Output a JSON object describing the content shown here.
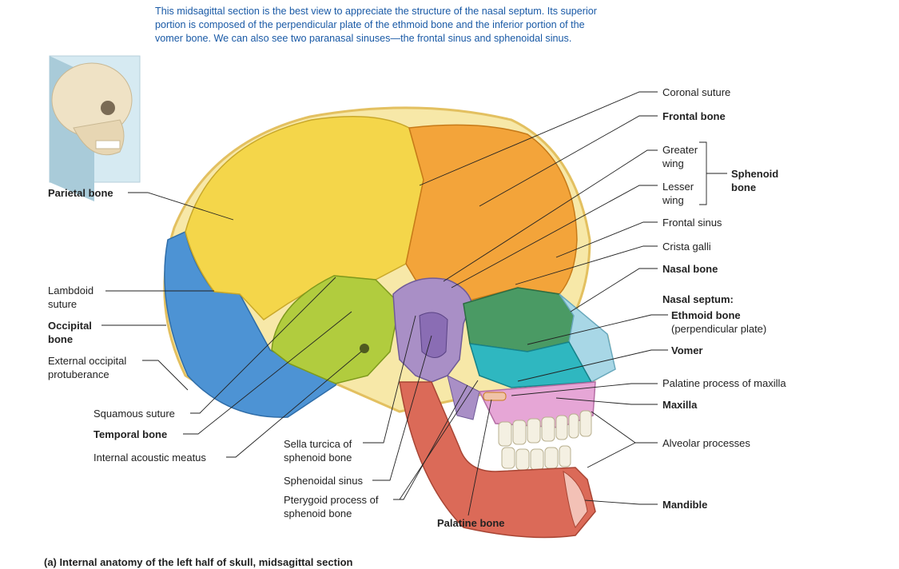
{
  "intro": "This midsagittal section is the best view to appreciate the structure of the nasal septum. Its superior portion is composed of the perpendicular plate of the ethmoid bone and the inferior portion of the vomer bone. We can also see two paranasal sinuses—the frontal sinus and sphenoidal sinus.",
  "caption": "(a) Internal anatomy of the left half of skull, midsagittal section",
  "labels": {
    "parietal_bone": "Parietal bone",
    "lambdoid_suture": "Lambdoid suture",
    "occipital_bone": "Occipital bone",
    "external_occipital_protuberance": "External occipital protuberance",
    "squamous_suture": "Squamous suture",
    "temporal_bone": "Temporal bone",
    "internal_acoustic_meatus": "Internal acoustic meatus",
    "sella_turcica": "Sella turcica of sphenoid bone",
    "sphenoidal_sinus": "Sphenoidal sinus",
    "pterygoid_process": "Pterygoid process of sphenoid bone",
    "palatine_bone": "Palatine bone",
    "coronal_suture": "Coronal suture",
    "frontal_bone": "Frontal bone",
    "greater_wing": "Greater wing",
    "lesser_wing": "Lesser wing",
    "sphenoid_bone": "Sphenoid bone",
    "frontal_sinus": "Frontal sinus",
    "crista_galli": "Crista galli",
    "nasal_bone": "Nasal bone",
    "nasal_septum": "Nasal septum:",
    "ethmoid_bone": "Ethmoid bone",
    "perpendicular_plate": "(perpendicular plate)",
    "vomer": "Vomer",
    "palatine_process": "Palatine process of maxilla",
    "maxilla": "Maxilla",
    "alveolar_processes": "Alveolar processes",
    "mandible": "Mandible"
  },
  "colors": {
    "parietal": "#f4d64a",
    "frontal": "#f3a43a",
    "occipital": "#4d93d4",
    "temporal": "#b1cc3e",
    "sphenoid": "#a98fc6",
    "ethmoid": "#4a9a64",
    "vomer": "#2fb7c0",
    "nasal": "#a8d7e6",
    "maxilla": "#e6a6d6",
    "mandible": "#db6a58",
    "palatine": "#f0c3a8",
    "intro_text": "#1a5aa6"
  }
}
